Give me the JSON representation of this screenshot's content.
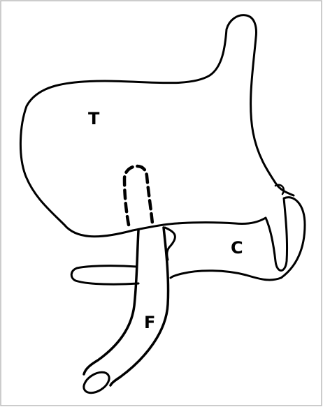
{
  "labels": {
    "t": "T",
    "c": "C",
    "f": "F"
  },
  "colors": {
    "stroke": "#000000",
    "background": "#ffffff",
    "frame": "#bbbbbb"
  }
}
